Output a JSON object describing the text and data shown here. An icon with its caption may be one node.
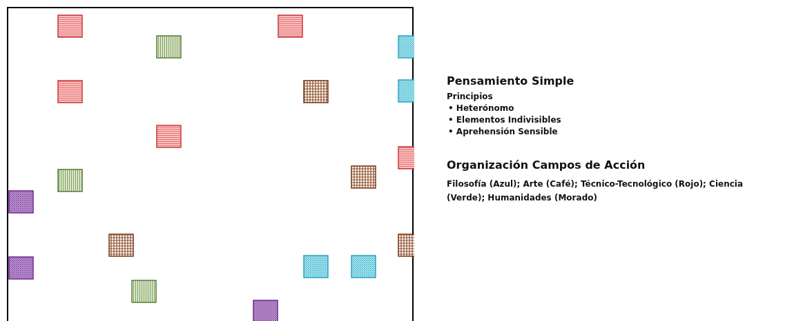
{
  "diagram": {
    "title": "Pensamiento Simple",
    "labels": [
      "Principios",
      "• Heterónomo",
      "• Elementos Indivisibles",
      "• Aprehensión Sensible",
      "Organización Campos de Acción",
      "Filosofía (Azul); Arte (Café); Técnico-Tecnológico (Rojo); Ciencia (Verde); Humanidades (Morado)"
    ]
  }
}
